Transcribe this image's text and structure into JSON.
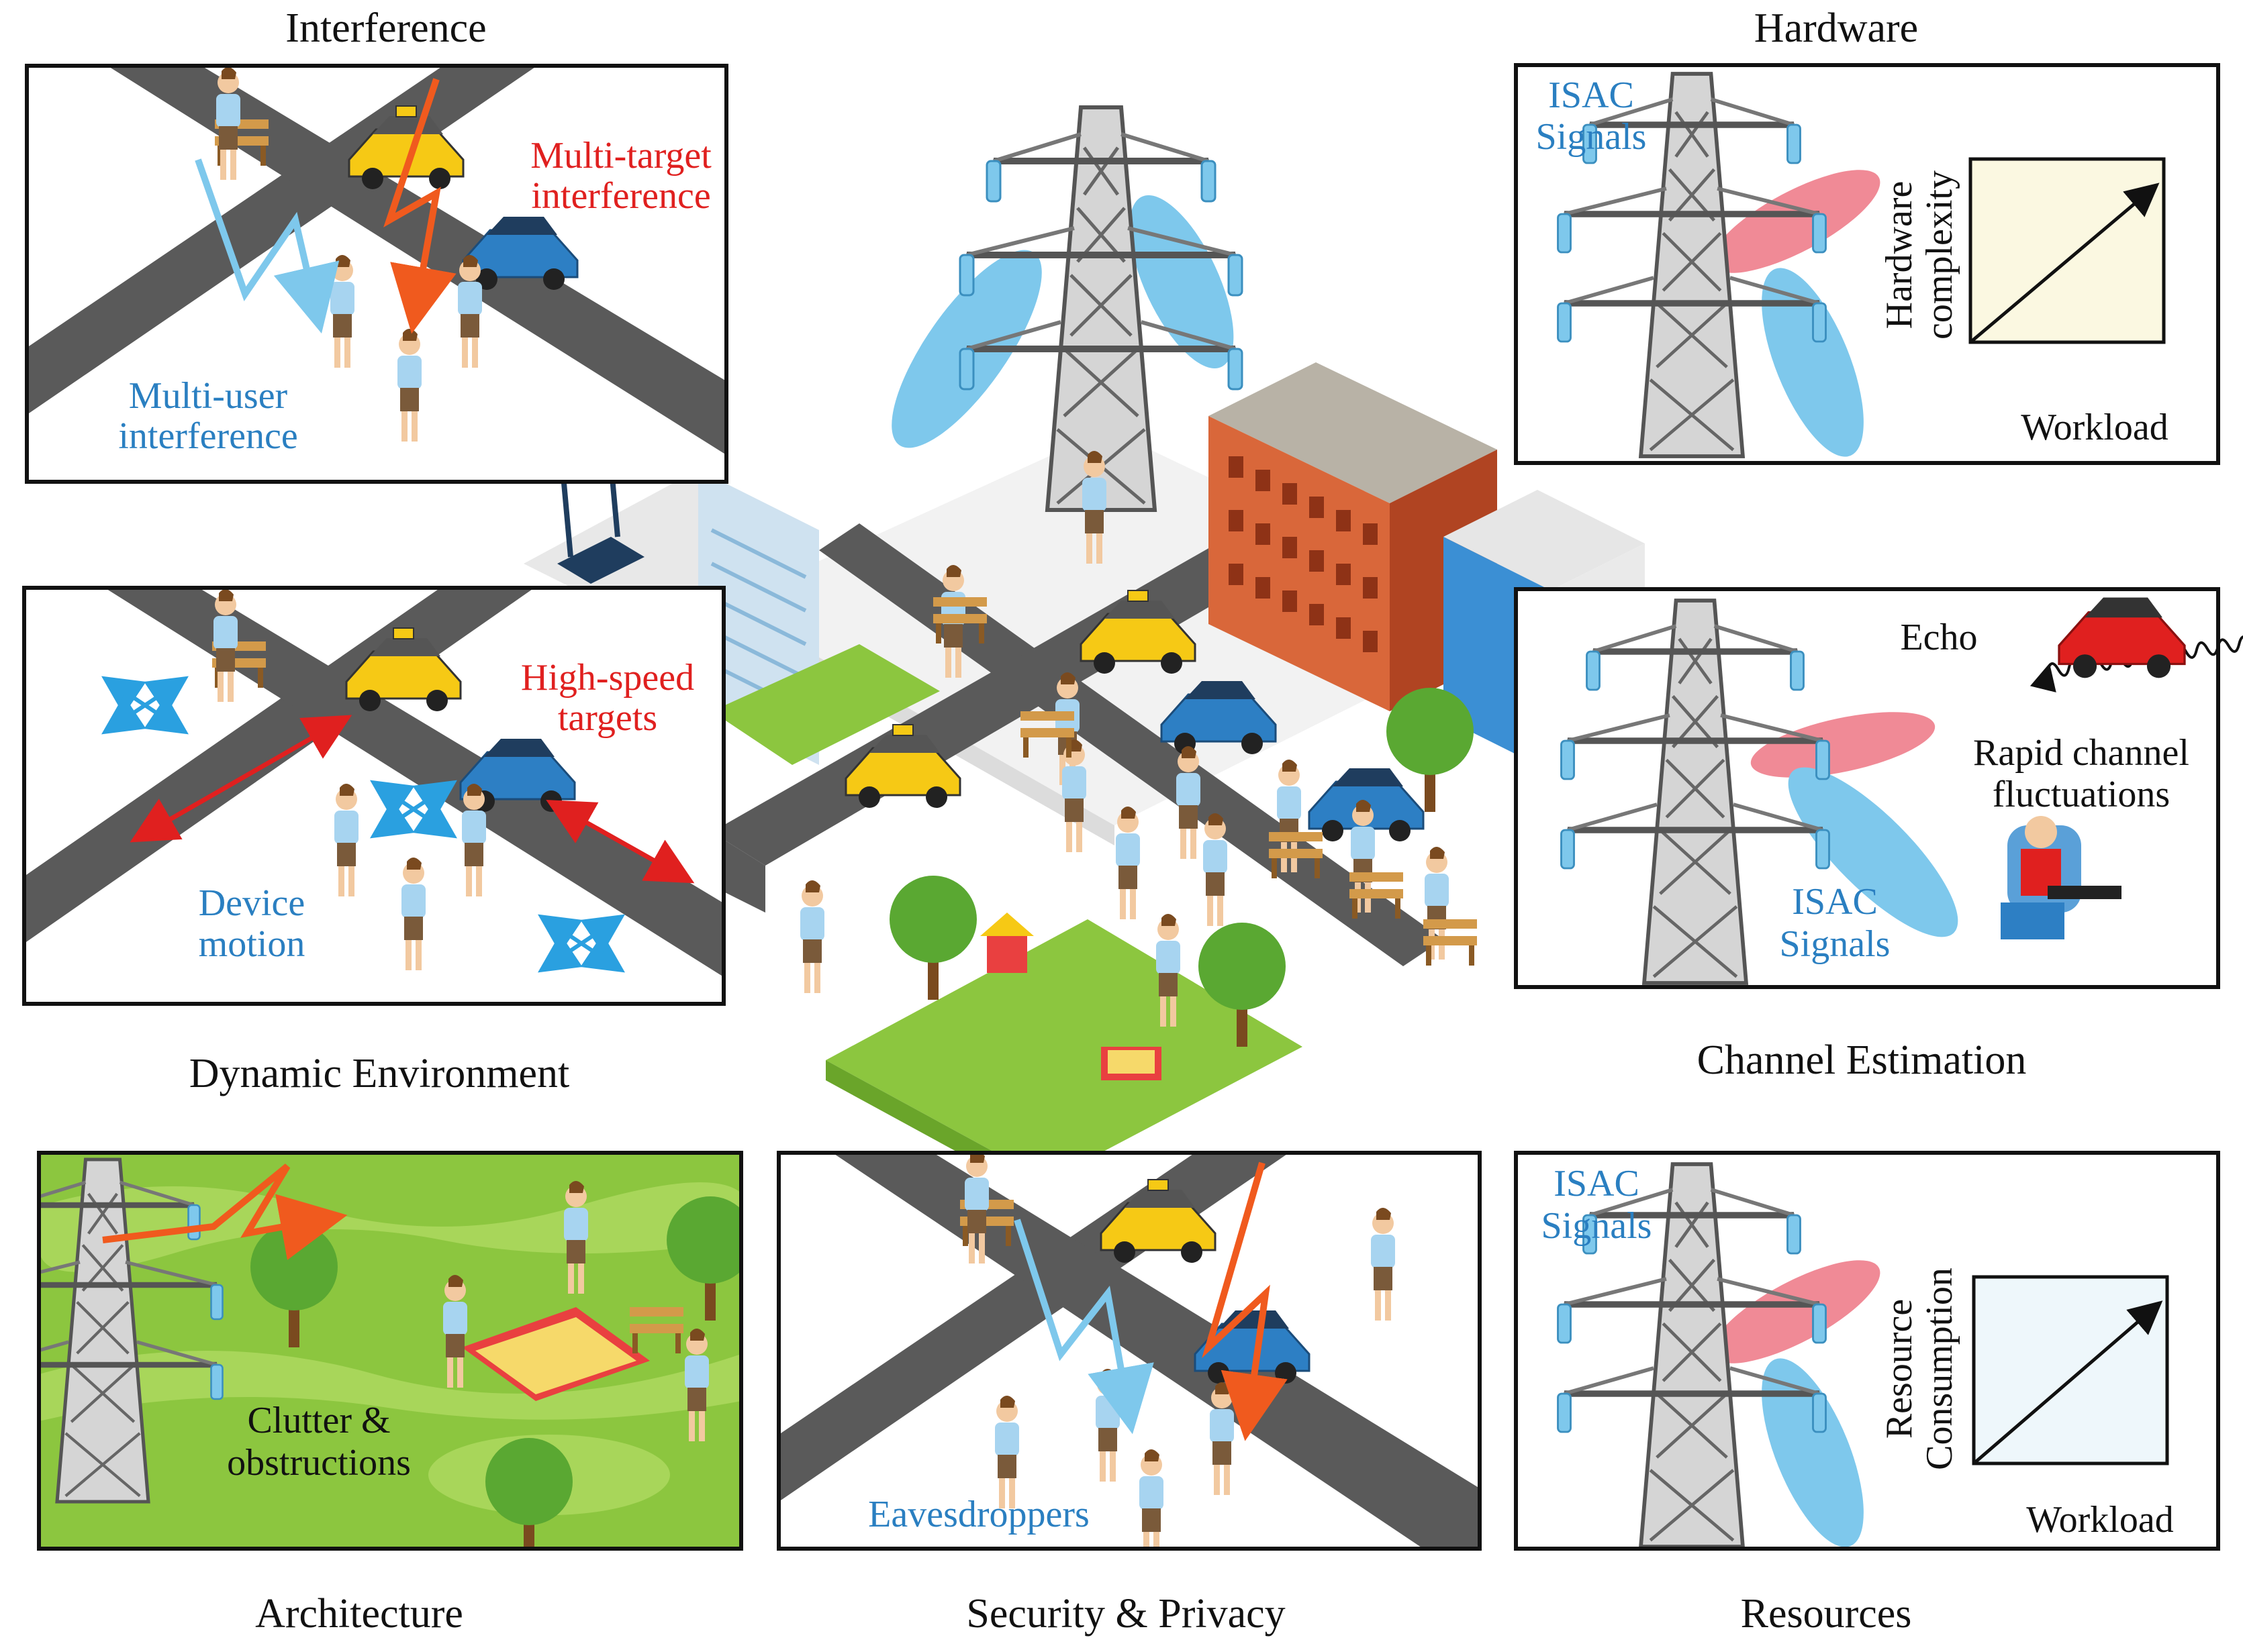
{
  "titles": {
    "interference": "Interference",
    "hardware": "Hardware",
    "dynamic": "Dynamic Environment",
    "channel": "Channel Estimation",
    "architecture": "Architecture",
    "security": "Security & Privacy",
    "resources": "Resources"
  },
  "interference": {
    "multi_target": [
      "Multi-target",
      "interference"
    ],
    "multi_user": [
      "Multi-user",
      "interference"
    ]
  },
  "dynamic": {
    "high_speed": [
      "High-speed",
      "targets"
    ],
    "device_motion": [
      "Device",
      "motion"
    ]
  },
  "hardware": {
    "isac": [
      "ISAC",
      "Signals"
    ],
    "y_axis": [
      "Hardware",
      "complexity"
    ],
    "x_axis": "Workload"
  },
  "channel": {
    "echo": "Echo",
    "rapid": [
      "Rapid channel",
      "fluctuations"
    ],
    "isac": [
      "ISAC",
      "Signals"
    ]
  },
  "architecture": {
    "clutter": [
      "Clutter &",
      "obstructions"
    ]
  },
  "security": {
    "eavesdroppers": "Eavesdroppers"
  },
  "resources": {
    "isac": [
      "ISAC",
      "Signals"
    ],
    "y_axis": [
      "Resource",
      "Consumption"
    ],
    "x_axis": "Workload"
  },
  "colors": {
    "road": "#5a5a5a",
    "grass": "#8cc63f",
    "blue_beam": "#7ec8ec",
    "red_beam": "#f08a96",
    "label_blue": "#2a7fc1",
    "label_red": "#e0201f",
    "taxi": "#f6c915",
    "car_blue": "#2d7fc4",
    "building": "#c9572f"
  }
}
